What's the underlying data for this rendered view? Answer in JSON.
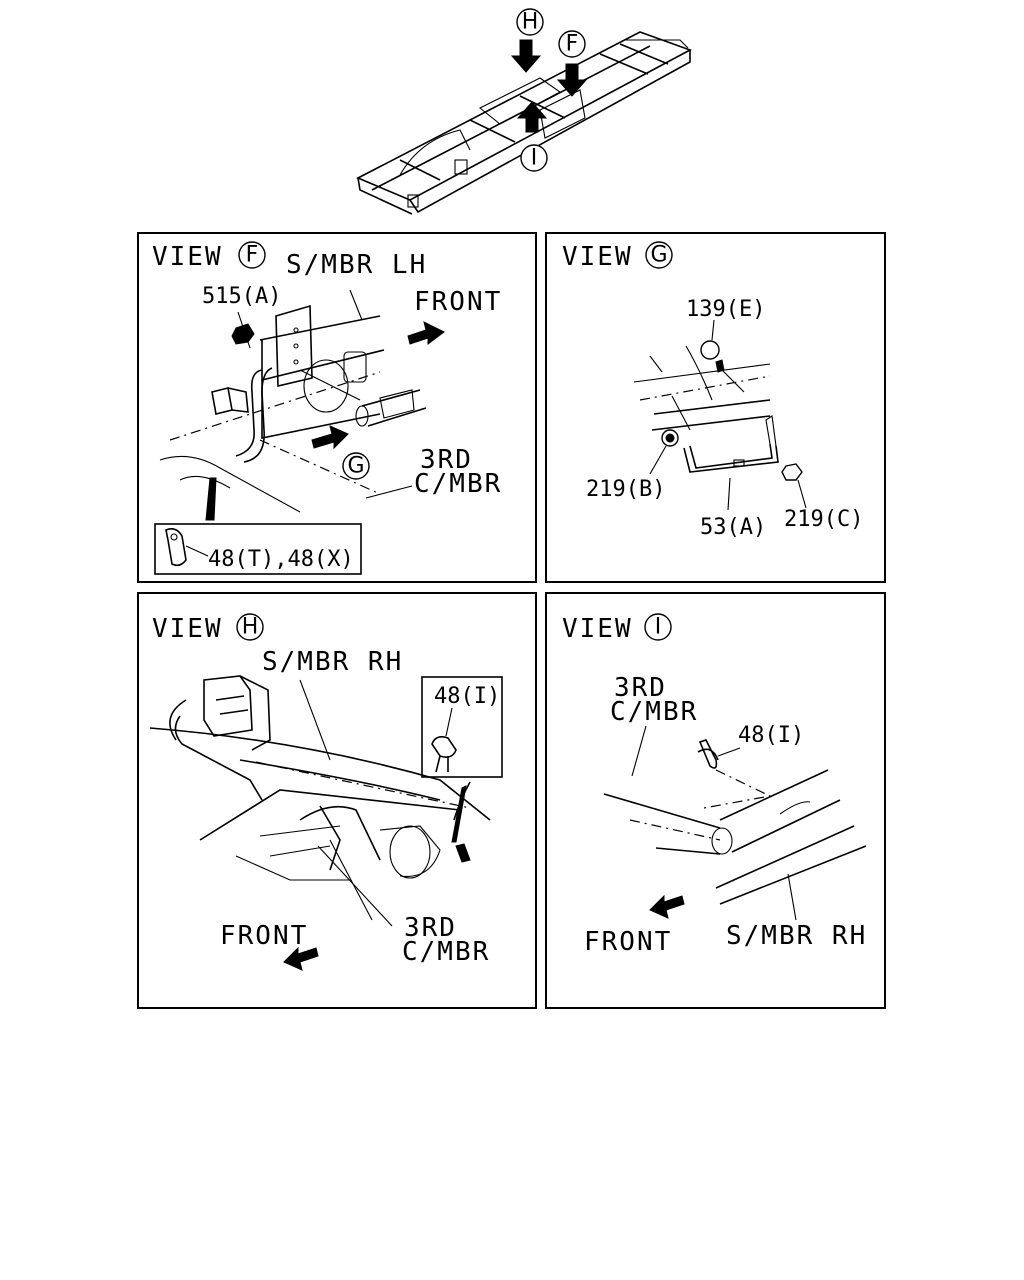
{
  "overview": {
    "markers": [
      "H",
      "F",
      "I"
    ]
  },
  "views": {
    "F": {
      "view_word": "VIEW",
      "letter": "F",
      "member_label": "S/MBR LH",
      "front_label": "FRONT",
      "part_515": "515(A)",
      "cross_member_line1": "3RD",
      "cross_member_line2": "C/MBR",
      "sub_view_letter": "G",
      "inset_label": "48(T),48(X)"
    },
    "G": {
      "view_word": "VIEW",
      "letter": "G",
      "part_139": "139(E)",
      "part_219b": "219(B)",
      "part_53": "53(A)",
      "part_219c": "219(C)"
    },
    "H": {
      "view_word": "VIEW",
      "letter": "H",
      "member_label": "S/MBR RH",
      "inset_label": "48(I)",
      "front_label": "FRONT",
      "cross_member_line1": "3RD",
      "cross_member_line2": "C/MBR"
    },
    "I": {
      "view_word": "VIEW",
      "letter": "I",
      "cross_member_line1": "3RD",
      "cross_member_line2": "C/MBR",
      "part_48": "48(I)",
      "front_label": "FRONT",
      "member_label": "S/MBR RH"
    }
  }
}
